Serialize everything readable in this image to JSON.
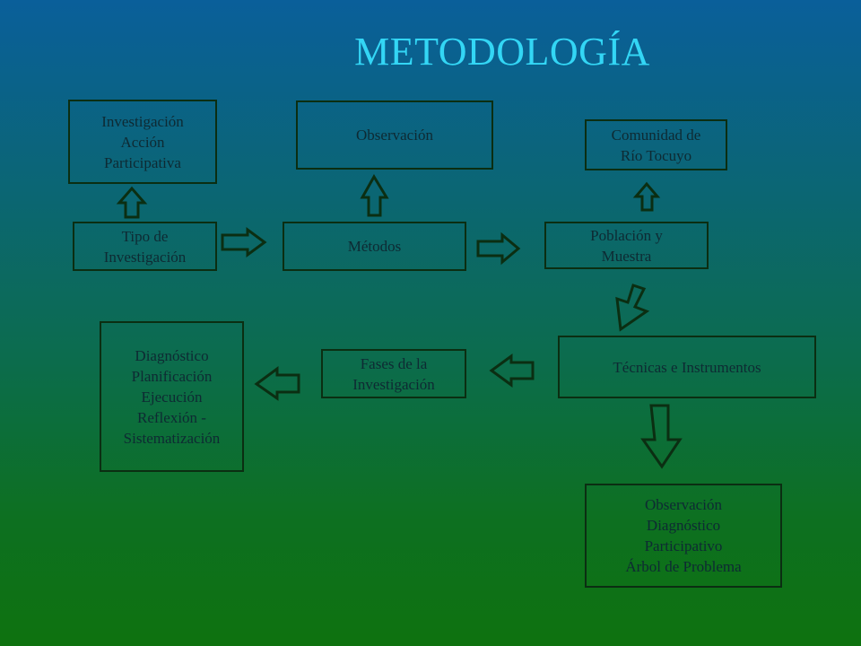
{
  "title": "METODOLOGÍA",
  "nodes": {
    "investigacion_accion": [
      "Investigación",
      "Acción",
      "Participativa"
    ],
    "observacion_top": "Observación",
    "comunidad": [
      "Comunidad de",
      "Río Tocuyo"
    ],
    "tipo_investigacion": [
      "Tipo de",
      "Investigación"
    ],
    "metodos": "Métodos",
    "poblacion": [
      "Población y",
      "Muestra"
    ],
    "tecnicas": "Técnicas e Instrumentos",
    "fases": [
      "Fases de la",
      "Investigación"
    ],
    "diagnostico_fases": [
      "Diagnóstico",
      "Planificación",
      "Ejecución",
      "Reflexión -",
      "Sistematización"
    ],
    "observacion_bottom": [
      "Observación",
      "Diagnóstico",
      "Participativo",
      "Árbol de Problema"
    ]
  }
}
